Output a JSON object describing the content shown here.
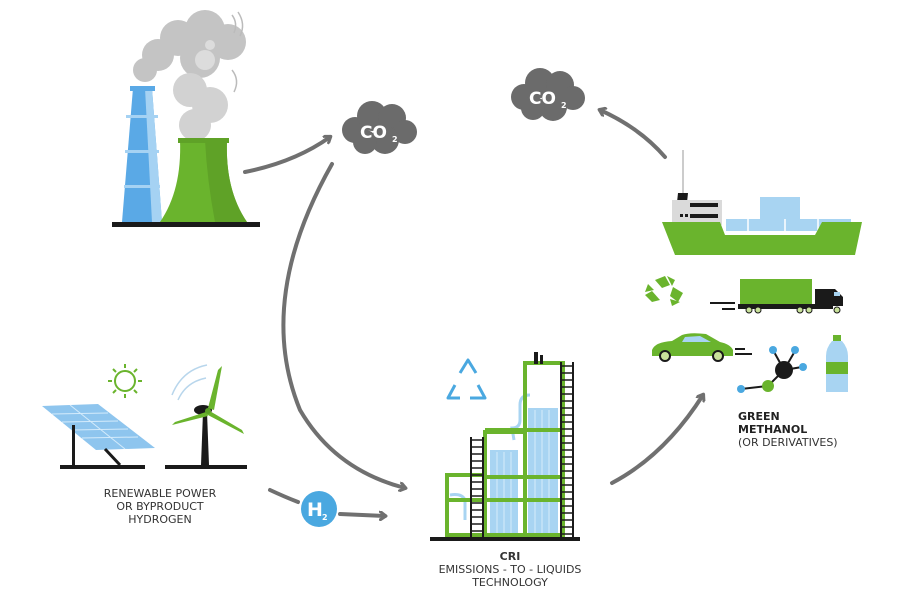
{
  "diagram": {
    "title": "CRI Emissions-to-Liquids carbon cycle",
    "nodes": {
      "emission_source": {
        "label": ""
      },
      "co2_capture": {
        "formula": "CO",
        "subscript": "2"
      },
      "co2_release": {
        "formula": "CO",
        "subscript": "2"
      },
      "renewable": {
        "lines": [
          "RENEWABLE POWER",
          "OR BYPRODUCT",
          "HYDROGEN"
        ]
      },
      "hydrogen": {
        "formula": "H",
        "subscript": "2"
      },
      "cri_plant": {
        "title": "CRI",
        "lines": [
          "EMISSIONS - TO - LIQUIDS",
          "TECHNOLOGY"
        ]
      },
      "green_methanol": {
        "title_lines": [
          "GREEN",
          "METHANOL"
        ],
        "subtitle": "(OR DERIVATIVES)"
      }
    },
    "edges": [
      {
        "from": "emission_source",
        "to": "co2_capture"
      },
      {
        "from": "co2_capture",
        "to": "cri_plant"
      },
      {
        "from": "renewable",
        "to": "hydrogen"
      },
      {
        "from": "hydrogen",
        "to": "cri_plant"
      },
      {
        "from": "cri_plant",
        "to": "green_methanol"
      },
      {
        "from": "green_methanol",
        "to": "co2_release"
      }
    ],
    "colors": {
      "green": "#6ab42d",
      "blue": "#4aa8e0",
      "light_blue": "#a8d4f2",
      "gray_cloud": "#6b6b6b",
      "arrow": "#707070",
      "smoke": "#c8c8c8",
      "black": "#1a1a1a"
    }
  }
}
